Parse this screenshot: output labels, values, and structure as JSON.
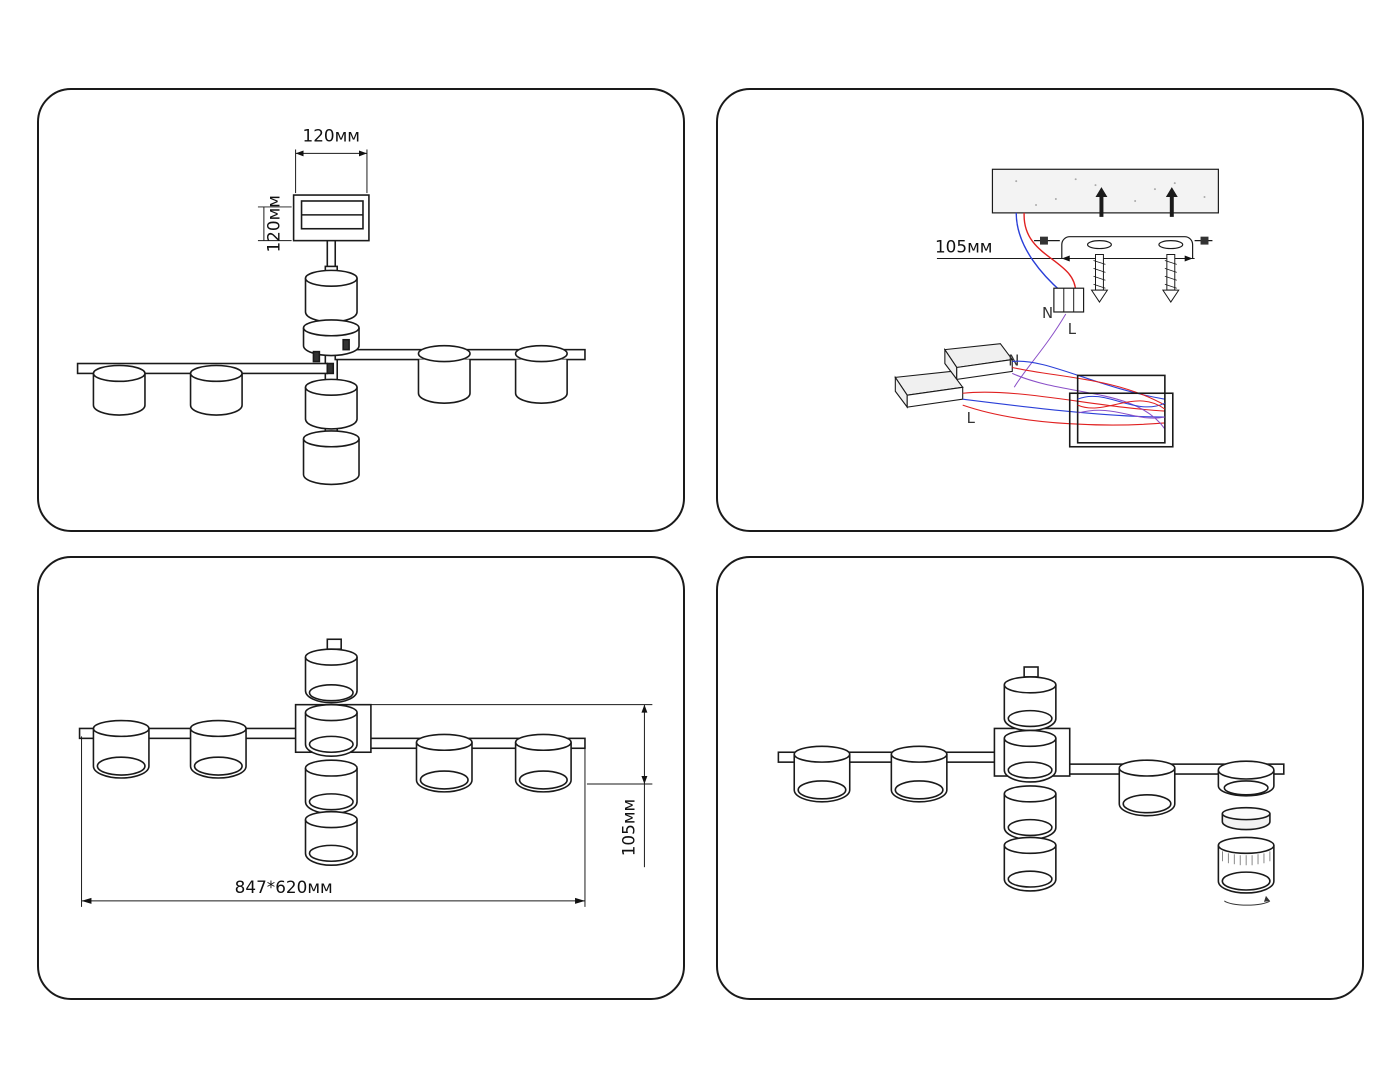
{
  "panels": {
    "assembled_top": {
      "dim_width": "120мм",
      "dim_height": "120мм"
    },
    "wiring": {
      "dim_spacing": "105мм",
      "terminal_n": "N",
      "terminal_l": "L",
      "block_n": "N",
      "block_l": "L"
    },
    "dimensions": {
      "dim_overall": "847*620мм",
      "dim_height": "105мм"
    },
    "lamp_replace": {}
  },
  "colors": {
    "line": "#1a1a1a",
    "wire_live": "#e02020",
    "wire_neutral": "#2a3fd8",
    "wire_mix": "#8a4fc8"
  }
}
